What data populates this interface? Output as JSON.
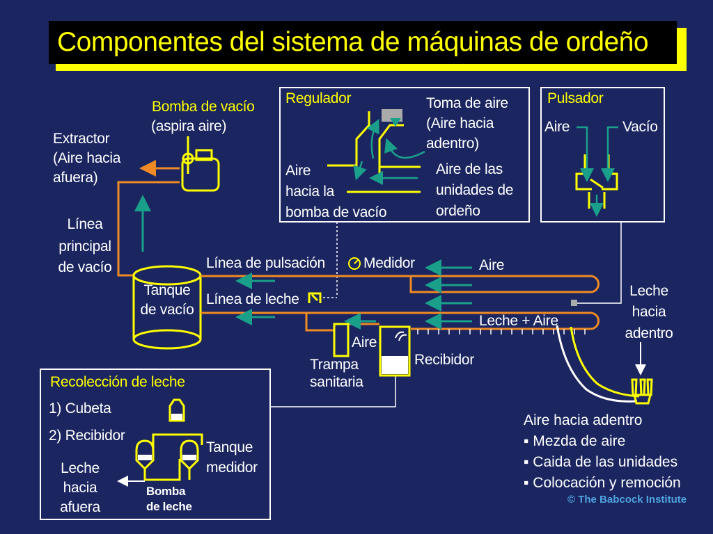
{
  "title": "Componentes del sistema de máquinas de ordeño",
  "labels": {
    "bomba_vacio": "Bomba de vacío",
    "aspira_aire": "(aspira aire)",
    "extractor": [
      "Extractor",
      "(Aire hacia",
      "afuera)"
    ],
    "linea_principal": [
      "Línea",
      "principal",
      "de vacío"
    ],
    "tanque_vacio": [
      "Tanque",
      "de vacío"
    ],
    "linea_pulsacion": "Línea de pulsación",
    "medidor": "Medidor",
    "aire_top": "Aire",
    "linea_leche": "Línea de leche",
    "leche_aire": "Leche + Aire",
    "aire_trampa": "Aire",
    "trampa": [
      "Trampa",
      "sanitaria"
    ],
    "recibidor": "Recibidor",
    "leche_hacia_adentro": [
      "Leche",
      "hacia",
      "adentro"
    ]
  },
  "regulador": {
    "title": "Regulador",
    "toma": [
      "Toma de aire",
      "(Aire hacia",
      "adentro)"
    ],
    "aire_left": [
      "Aire",
      "hacia la",
      "bomba de vacío"
    ],
    "aire_right": [
      "Aire de las",
      "unidades de",
      "ordeño"
    ]
  },
  "pulsador": {
    "title": "Pulsador",
    "aire": "Aire",
    "vacio": "Vacío"
  },
  "recoleccion": {
    "title": "Recolección  de leche",
    "cubeta": "1) Cubeta",
    "recibidor": "2) Recibidor",
    "tanque_medidor": [
      "Tanque",
      "medidor"
    ],
    "leche_afuera": [
      "Leche",
      "hacia",
      "afuera"
    ],
    "bomba_leche": [
      "Bomba",
      "de leche"
    ]
  },
  "aire_hacia_adentro": {
    "title": "Aire hacia adentro",
    "items": [
      "Mezda de aire",
      "Caida de las unidades",
      "Colocación  y remoción"
    ]
  },
  "credit": "© The Babcock Institute",
  "colors": {
    "background": "#1b2660",
    "accent": "#ffff00",
    "pipe": "#f08a24",
    "arrow": "#1aa08a"
  }
}
